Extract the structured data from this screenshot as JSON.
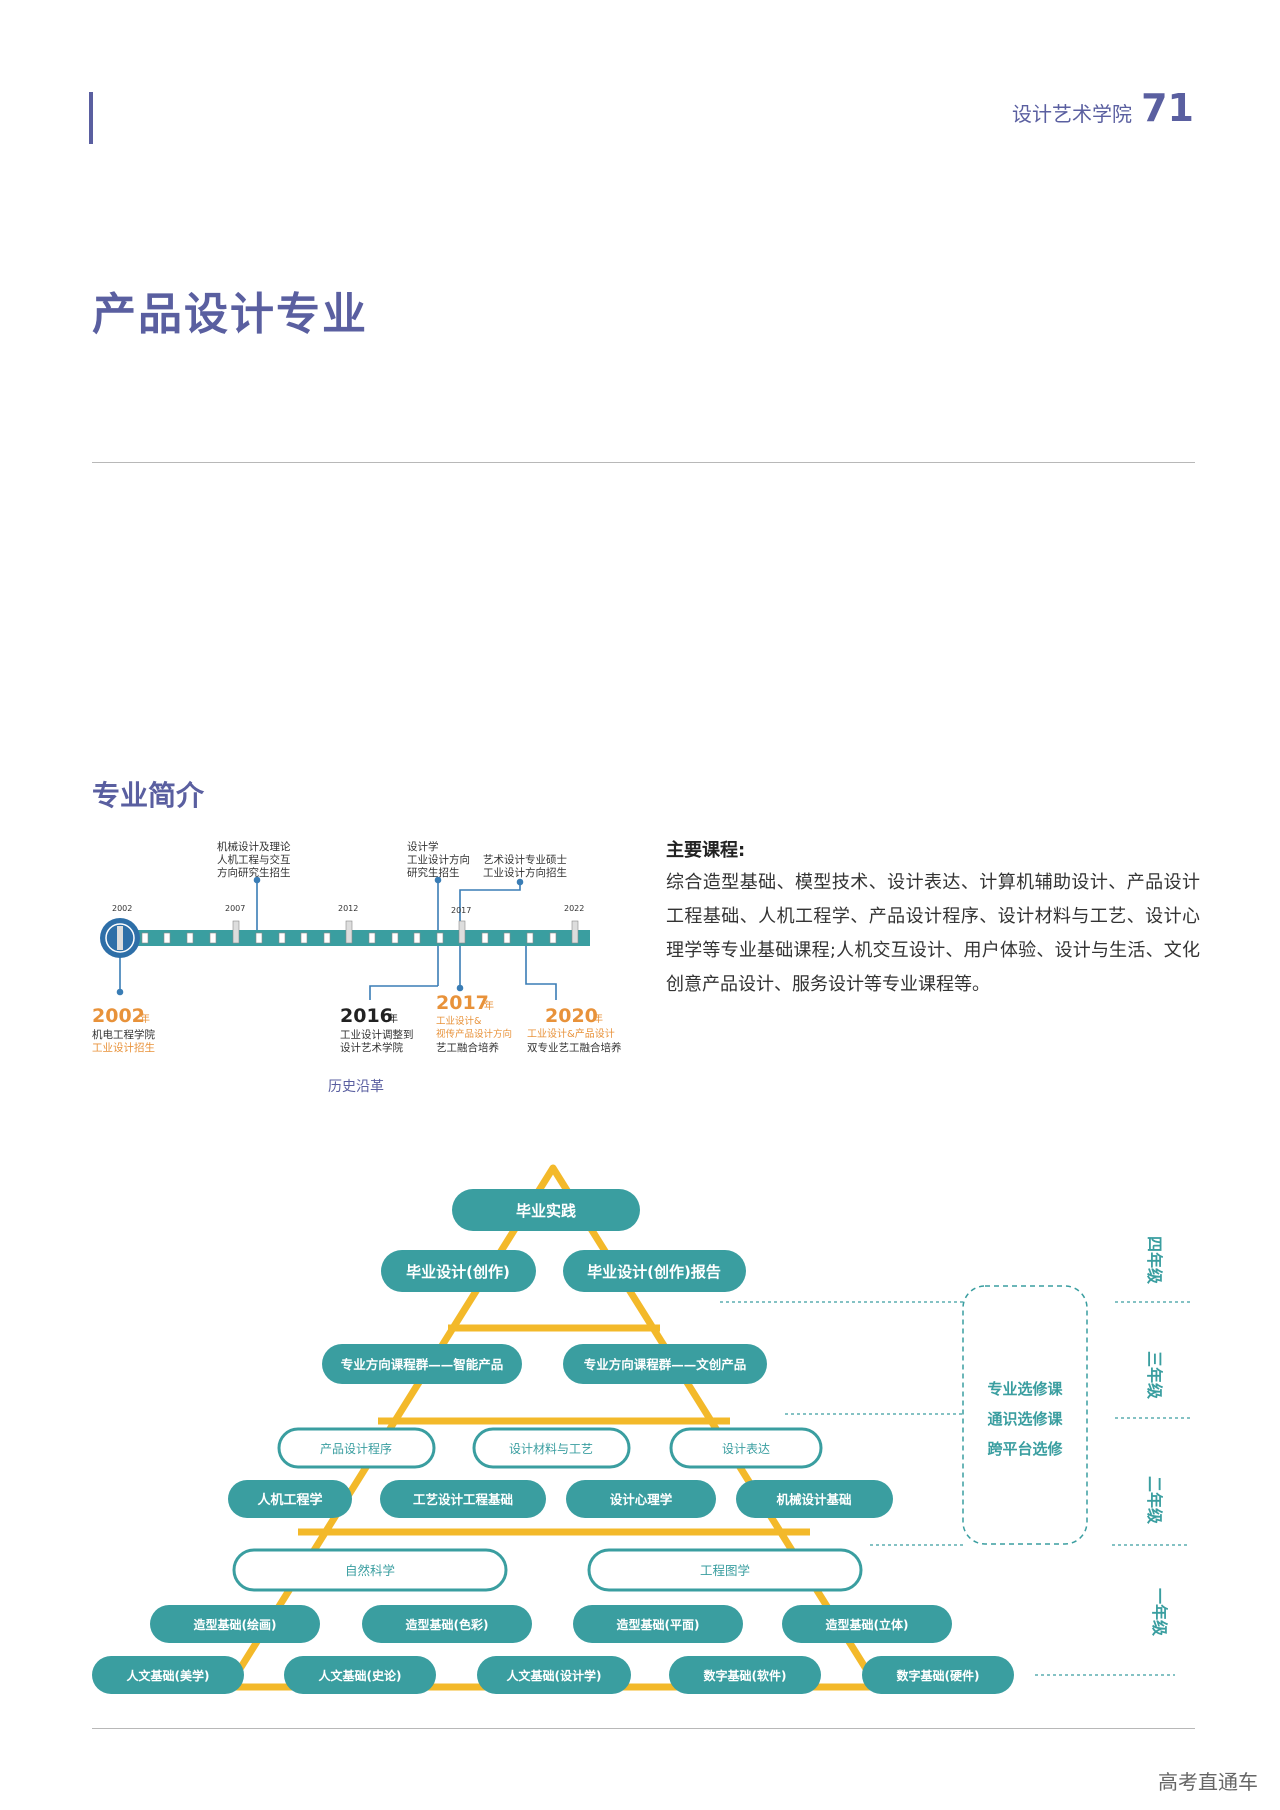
{
  "header": {
    "school": "设计艺术学院",
    "page_number": "71"
  },
  "title": "产品设计专业",
  "section": {
    "title": "专业简介"
  },
  "timeline": {
    "caption": "历史沿革",
    "small_years": [
      "2002",
      "2007",
      "2012",
      "2017",
      "2022"
    ],
    "top_notes": [
      {
        "lines": [
          "机械设计及理论",
          "人机工程与交互",
          "方向研究生招生"
        ]
      },
      {
        "lines": [
          "设计学",
          "工业设计方向",
          "研究生招生"
        ]
      },
      {
        "lines": [
          "艺术设计专业硕士",
          "工业设计方向招生"
        ]
      }
    ],
    "events": [
      {
        "year": "2002",
        "unit": "年",
        "lines": [
          "机电工程学院"
        ],
        "orange_lines": [
          "工业设计招生"
        ]
      },
      {
        "year": "2016",
        "unit": "年",
        "lines": [
          "工业设计调整到",
          "设计艺术学院"
        ],
        "orange_lines": []
      },
      {
        "year": "2017",
        "unit": "年",
        "orange_lines": [
          "工业设计&",
          "视传产品设计方向"
        ],
        "lines": [
          "艺工融合培养"
        ]
      },
      {
        "year": "2020",
        "unit": "年",
        "orange_lines": [
          "工业设计&产品设计"
        ],
        "lines": [
          "双专业艺工融合培养"
        ]
      }
    ]
  },
  "courses": {
    "heading": "主要课程:",
    "text": "综合造型基础、模型技术、设计表达、计算机辅助设计、产品设计工程基础、人机工程学、产品设计程序、设计材料与工艺、设计心理学等专业基础课程;人机交互设计、用户体验、设计与生活、文化创意产品设计、服务设计等专业课程等。"
  },
  "pyramid": {
    "top": "毕业实践",
    "row2": [
      "毕业设计(创作)",
      "毕业设计(创作)报告"
    ],
    "row3": [
      "专业方向课程群——智能产品",
      "专业方向课程群——文创产品"
    ],
    "row4_outline": [
      "产品设计程序",
      "设计材料与工艺",
      "设计表达"
    ],
    "row5": [
      "人机工程学",
      "工艺设计工程基础",
      "设计心理学",
      "机械设计基础"
    ],
    "row6_outline": [
      "自然科学",
      "工程图学"
    ],
    "row7": [
      "造型基础(绘画)",
      "造型基础(色彩)",
      "造型基础(平面)",
      "造型基础(立体)"
    ],
    "row8": [
      "人文基础(美学)",
      "人文基础(史论)",
      "人文基础(设计学)",
      "数字基础(软件)",
      "数字基础(硬件)"
    ],
    "electives": [
      "专业选修课",
      "通识选修课",
      "跨平台选修"
    ],
    "years": [
      "四年级",
      "三年级",
      "二年级",
      "一年级"
    ]
  },
  "colors": {
    "accent": "#5a5fa0",
    "teal": "#3a9ea0",
    "orange": "#e8923a",
    "yellow": "#f3b92a",
    "timeline_blue": "#2e6fa8"
  },
  "watermark": "高考直通车"
}
